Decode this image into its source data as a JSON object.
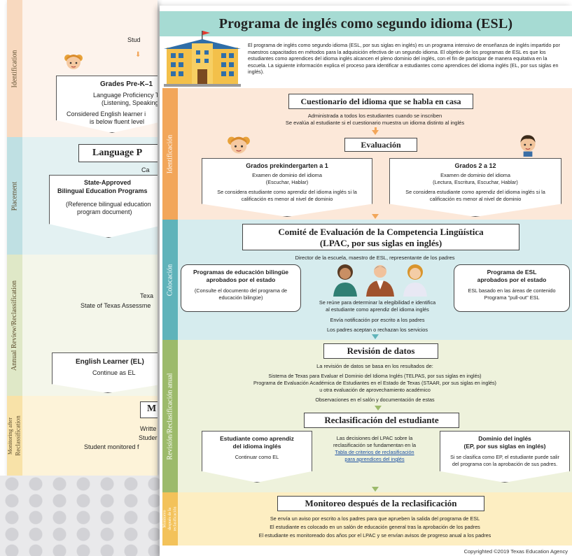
{
  "back_page": {
    "labels": {
      "identification": "Identification",
      "placement": "Placement",
      "annual_review": "Annual Review/Reclassification",
      "monitoring_line1": "Monitoring after",
      "monitoring_line2": "Reclassification"
    },
    "identification": {
      "stud_fragment": "Stud",
      "grades_title": "Grades Pre-K–1",
      "test_line1": "Language Proficiency Te",
      "test_line2": "(Listening, Speaking)",
      "considered_line1": "Considered English learner i",
      "considered_line2": "is below fluent level"
    },
    "placement": {
      "title_fragment": "Language P",
      "ca_fragment": "Ca",
      "box_title_line1": "State-Approved",
      "box_title_line2": "Bilingual Education Programs",
      "box_text_line1": "(Reference bilingual education",
      "box_text_line2": "program document)"
    },
    "annual": {
      "texa_fragment": "Texa",
      "staar_fragment": "State of Texas Assessme",
      "el_title": "English Learner (EL)",
      "el_text": "Continue as EL"
    },
    "monitoring": {
      "m_fragment": "M",
      "writte": "Writte",
      "studer": "Studer",
      "monitored": "Student monitored f"
    }
  },
  "front_page": {
    "title": "Programa de inglés como segundo idioma (ESL)",
    "intro": "El programa de inglés como segundo idioma (ESL, por sus siglas en inglés) es un programa intensivo de enseñanza de inglés impartido por maestros capacitados en métodos para la adquisición efectiva de un segundo idioma. El objetivo de los programas de ESL es que los estudiantes como aprendices del idioma inglés alcancen el pleno dominio del inglés, con el fin de participar de manera equitativa en la escuela. La siguiente información explica el proceso para identificar a estudiantes como aprendices del idioma inglés (EL, por sus siglas en inglés).",
    "identificacion": {
      "label": "Identificación",
      "survey_title": "Cuestionario del idioma que se habla en casa",
      "survey_line1": "Administrada a todos los estudiantes cuando se inscriben",
      "survey_line2": "Se evalúa al estudiante si el cuestionario muestra un idioma distinto al inglés",
      "eval_title": "Evaluación",
      "left_title": "Grados prekindergarten a 1",
      "left_test": "Examen de dominio del idioma",
      "left_skills": "(Escuchar, Hablar)",
      "left_line1": "Se considera estudiante como aprendiz del idioma inglés si la",
      "left_line2": "calificación es menor al nivel de dominio",
      "right_title": "Grados 2 a 12",
      "right_test": "Examen de dominio del idioma",
      "right_skills": "(Lectura, Escritura, Escuchar, Hablar)",
      "right_line1": "Se considera estudiante como aprendiz del idioma inglés si la",
      "right_line2": "calificación es menor al nivel de dominio"
    },
    "colocacion": {
      "label": "Colocación",
      "lpac_line1": "Comité de Evaluación de la Competencia Lingüística",
      "lpac_line2": "(LPAC, por sus siglas en inglés)",
      "members": "Director de la escuela, maestro de ESL, representante de los padres",
      "left_title_line1": "Programas de educación bilingüe",
      "left_title_line2": "aprobados por el estado",
      "left_text_line1": "(Consulte el documento del programa de",
      "left_text_line2": "educación bilingüe)",
      "right_title_line1": "Programa de ESL",
      "right_title_line2": "aprobados por el estado",
      "right_text_line1": "ESL basado en las áreas de contenido",
      "right_text_line2": "Programa \"pull-out\" ESL",
      "center_line1": "Se reúne para determinar la elegibilidad e identifica",
      "center_line2": "al estudiante como aprendiz del idioma inglés",
      "center_line3": "Envía notificación por escrito a los padres",
      "center_line4": "Los padres aceptan o rechazan los servicios"
    },
    "revision": {
      "label": "Revisión/Reclasificación anual",
      "data_title": "Revisión de datos",
      "line1": "La revisión de datos se basa en los resultados de:",
      "line2": "Sistema de Texas para Evaluar el Dominio del Idioma Inglés (TELPAS, por sus siglas en inglés)",
      "line3": "Programa de Evaluación Académica de Estudiantes en el Estado de Texas (STAAR, por sus siglas en inglés)",
      "line4": "u otra evaluación de aprovechamiento académico",
      "line5": "Observaciones en el salón y documentación de estas",
      "reclass_title": "Reclasificación del estudiante",
      "left_title_line1": "Estudiante como aprendiz",
      "left_title_line2": "del idioma inglés",
      "left_text": "Continuar como EL",
      "center_line1": "Las decisiones del LPAC sobre la",
      "center_line2": "reclasificación se fundamentan en la",
      "center_link1": "Tabla de criterios de reclasificación",
      "center_link2": "para aprendices del inglés",
      "right_title_line1": "Dominio del inglés",
      "right_title_line2": "(EP, por sus siglas en inglés)",
      "right_text_line1": "Si se clasifica como EP, el estudiante puede salir",
      "right_text_line2": "del programa con la aprobación de sus padres."
    },
    "monitoreo": {
      "label_line1": "Monitoreo",
      "label_line2": "después de la",
      "label_line3": "reclasificación",
      "title": "Monitoreo después de la reclasificación",
      "line1": "Se envía un aviso por escrito a los padres para que aprueben la salida del programa de ESL",
      "line2": "El estudiante es colocado en un salón de educación general tras la aprobación de los padres",
      "line3": "El estudiante es monitoreado dos años por el LPAC y se envían avisos de progreso anual a los padres"
    },
    "copyright": "Copyrighted ©2019 Texas Education Agency"
  },
  "colors": {
    "title_bar": "#a6dbd3",
    "ident_band": "#fce8d9",
    "ident_side": "#f2a65a",
    "coloc_band": "#d6ecee",
    "coloc_side": "#5fb3ba",
    "rev_band": "#eef2dc",
    "rev_side": "#9cba6b",
    "mon_band": "#fdeec2",
    "mon_side": "#f3c25a",
    "arrow": "#f2a65a"
  }
}
